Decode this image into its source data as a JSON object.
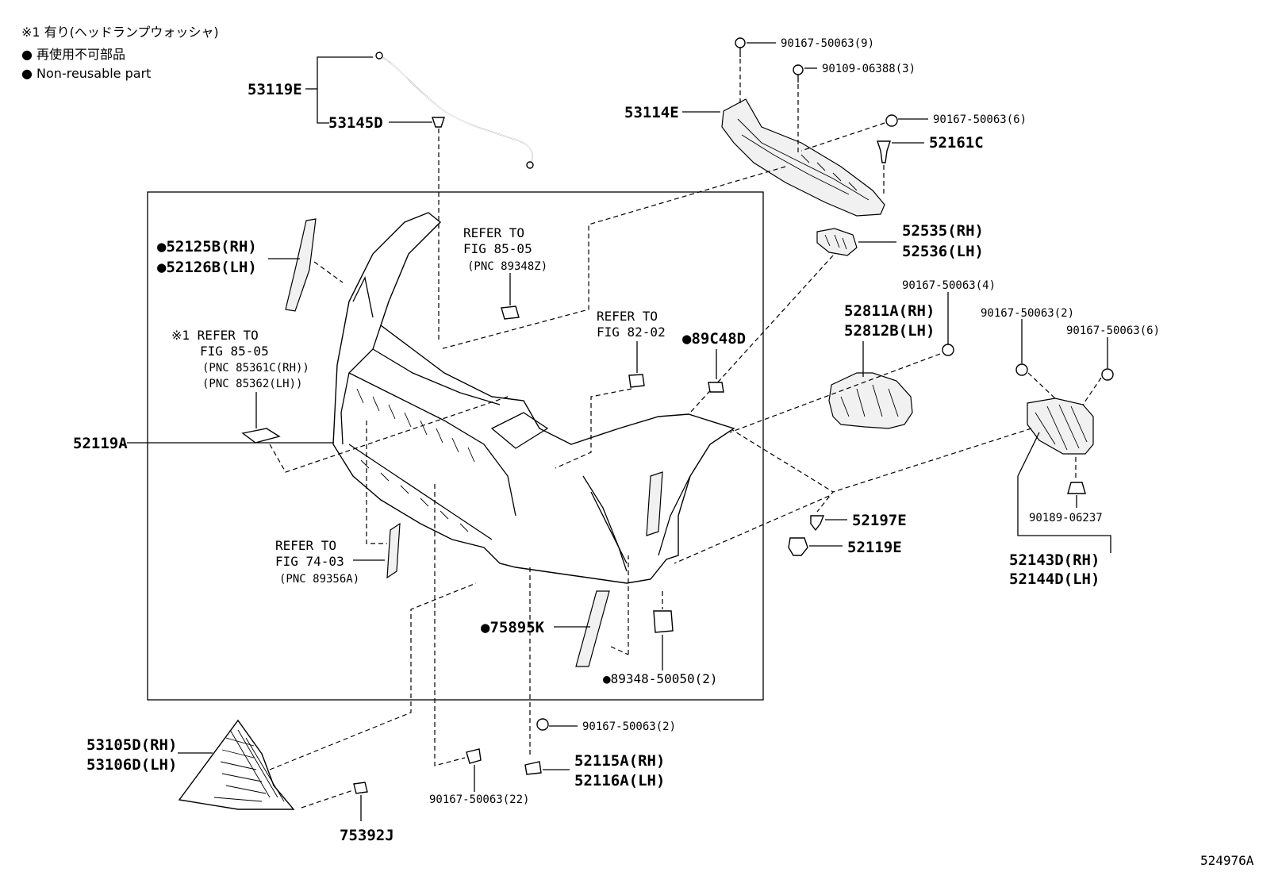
{
  "notes": {
    "note1": "※1 有り(ヘッドランプウォッシャ)",
    "note2": "● 再使用不可部品",
    "note3": "● Non-reusable part"
  },
  "figure_id": "524976A",
  "labels": {
    "p53119E": "53119E",
    "p53145D": "53145D",
    "p53114E": "53114E",
    "b90167_9": "90167-50063(9)",
    "b90109_3": "90109-06388(3)",
    "b90167_6a": "90167-50063(6)",
    "p52161C": "52161C",
    "p52535": "52535(RH)",
    "p52536": "52536(LH)",
    "b90167_4": "90167-50063(4)",
    "p52811A": "52811A(RH)",
    "p52812B": "52812B(LH)",
    "b90167_2a": "90167-50063(2)",
    "b90167_6b": "90167-50063(6)",
    "p52197E": "52197E",
    "p52119E": "52119E",
    "b90189": "90189-06237",
    "p52143D": "52143D(RH)",
    "p52144D": "52144D(LH)",
    "p52125B": "●52125B(RH)",
    "p52126B": "●52126B(LH)",
    "p52119A": "52119A",
    "ref1_line1": "REFER TO",
    "ref1_line2": "FIG 85-05",
    "ref1_line3": "(PNC 89348Z)",
    "ref2_line1": "REFER TO",
    "ref2_line2": "FIG 82-02",
    "p89C48D": "●89C48D",
    "ref3_line1": "※1 REFER TO",
    "ref3_line2": "FIG 85-05",
    "ref3_line3": "(PNC 85361C(RH))",
    "ref3_line4": "(PNC 85362(LH))",
    "ref4_line1": "REFER TO",
    "ref4_line2": "FIG 74-03",
    "ref4_line3": "(PNC 89356A)",
    "p75895K": "●75895K",
    "b89348": "●89348-50050(2)",
    "p53105D": "53105D(RH)",
    "p53106D": "53106D(LH)",
    "p75392J": "75392J",
    "b90167_22": "90167-50063(22)",
    "b90167_2b": "90167-50063(2)",
    "p52115A": "52115A(RH)",
    "p52116A": "52116A(LH)"
  }
}
